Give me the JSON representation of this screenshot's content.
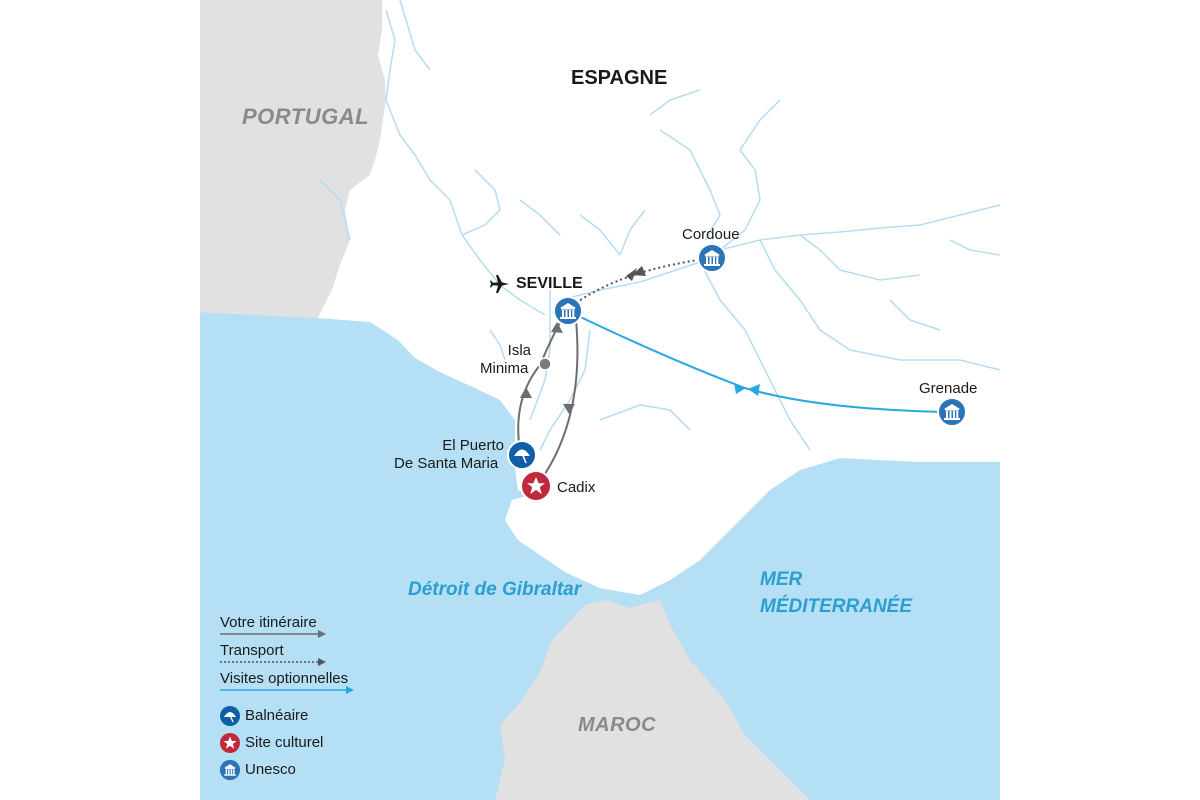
{
  "map": {
    "countries": {
      "spain": "ESPAGNE",
      "portugal": "PORTUGAL",
      "morocco": "MAROC"
    },
    "seas": {
      "gibraltar": "Détroit de Gibraltar",
      "mediterranean_line1": "MER",
      "mediterranean_line2": "MÉDITERRANÉE"
    },
    "cities": {
      "seville": "SEVILLE",
      "cordoue": "Cordoue",
      "grenade": "Grenade",
      "isla_line1": "Isla",
      "isla_line2": "Minima",
      "puerto_line1": "El Puerto",
      "puerto_line2": "De Santa Maria",
      "cadix": "Cadix"
    },
    "icons": {
      "airport": "airplane-icon",
      "unesco": "unesco-temple-icon",
      "beach": "umbrella-icon",
      "culture": "star-icon",
      "stop": "stop-dot"
    },
    "colors": {
      "sea": "#b4dff4",
      "foreign_land": "#e1e1e1",
      "river": "#b8def0",
      "route": "#6e6e6e",
      "optional": "#29a8df",
      "unesco": "#2a74b7",
      "beach": "#0e5fa8",
      "culture": "#c0283b"
    }
  },
  "legend": {
    "itinerary": "Votre itinéraire",
    "transport": "Transport",
    "optional": "Visites optionnelles",
    "beach": "Balnéaire",
    "culture": "Site culturel",
    "unesco": "Unesco"
  }
}
